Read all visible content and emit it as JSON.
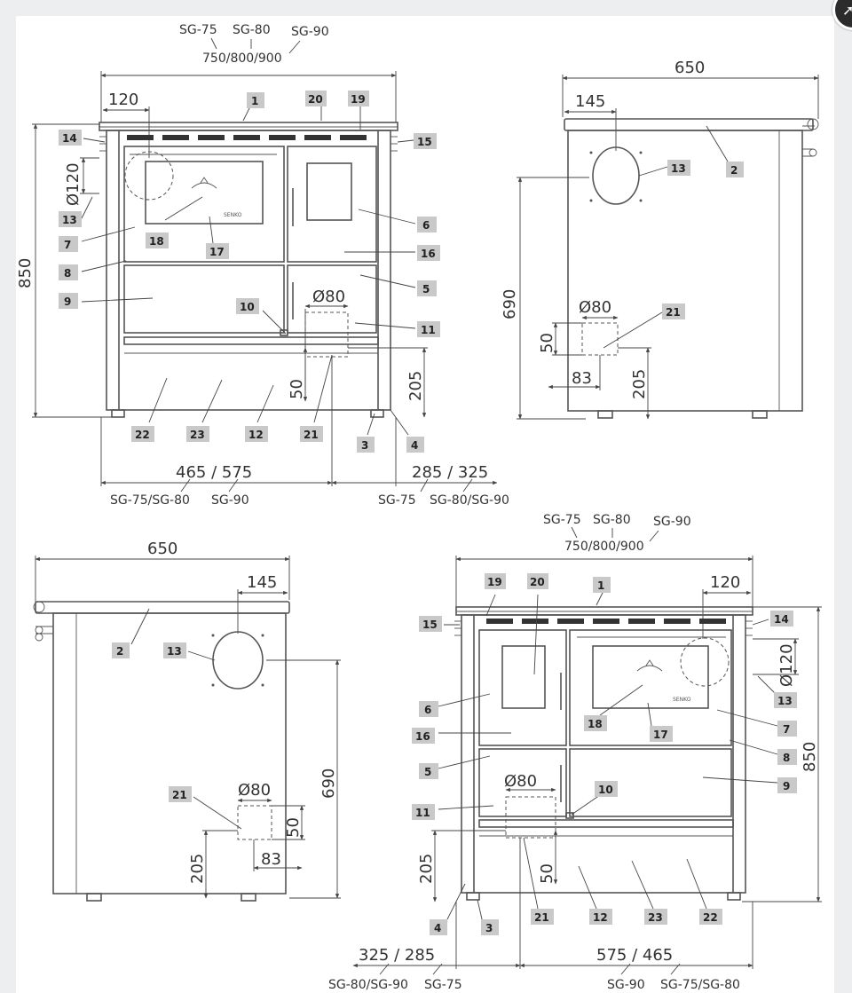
{
  "models": {
    "sg75": "SG-75",
    "sg80": "SG-80",
    "sg90": "SG-90",
    "widths": "750/800/900"
  },
  "dims": {
    "d120": "120",
    "d850": "850",
    "d650": "650",
    "d145": "145",
    "d690": "690",
    "d80": "Ø80",
    "d50": "50",
    "d205": "205",
    "d83": "83",
    "d120dia": "Ø120",
    "w465_575": "465 / 575",
    "w285_325": "285 / 325",
    "w325_285": "325 / 285",
    "w575_465": "575 / 465",
    "sg75_sg80": "SG-75/SG-80",
    "sg80_sg90": "SG-80/SG-90"
  },
  "logo": "SENKO",
  "parts": [
    "1",
    "2",
    "3",
    "4",
    "5",
    "6",
    "7",
    "8",
    "9",
    "10",
    "11",
    "12",
    "13",
    "14",
    "15",
    "16",
    "17",
    "18",
    "19",
    "20",
    "21",
    "22",
    "23"
  ]
}
